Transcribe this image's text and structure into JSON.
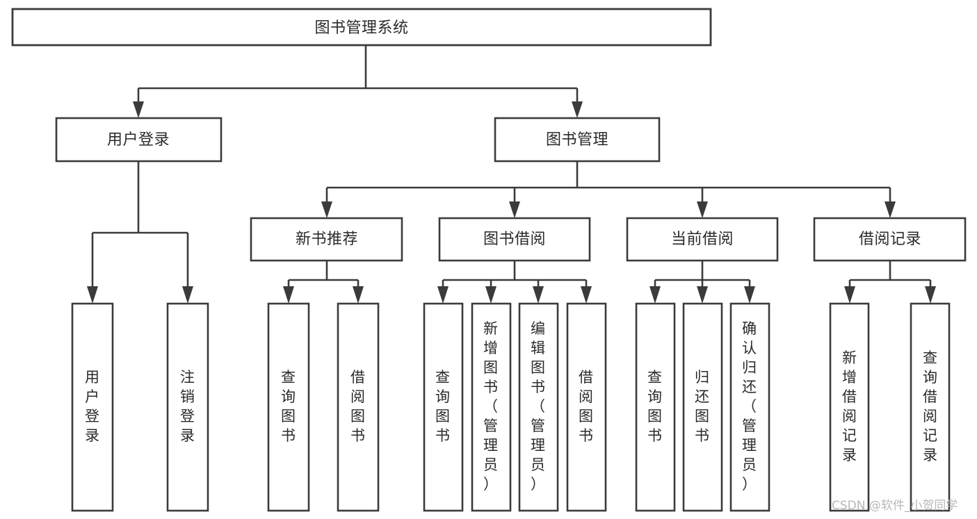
{
  "diagram": {
    "title": "图书管理系统",
    "type": "功能结构图",
    "watermark": "CSDN @软件_小贺同学",
    "colors": {
      "stroke": "#3b3b3b",
      "fill": "#ffffff",
      "text": "#2a2a2a",
      "watermark": "#b8b8b8",
      "background": "#ffffff"
    },
    "root": {
      "label": "图书管理系统"
    },
    "level2": [
      {
        "label": "用户登录"
      },
      {
        "label": "图书管理"
      }
    ],
    "level3": [
      {
        "label": "新书推荐"
      },
      {
        "label": "图书借阅"
      },
      {
        "label": "当前借阅"
      },
      {
        "label": "借阅记录"
      }
    ],
    "leaves": {
      "user_login": [
        {
          "label": "用户登录"
        },
        {
          "label": "注销登录"
        }
      ],
      "new_book_recommend": [
        {
          "label": "查询图书"
        },
        {
          "label": "借阅图书"
        }
      ],
      "book_borrow": [
        {
          "label": "查询图书"
        },
        {
          "label": "新增图书（管理员）"
        },
        {
          "label": "编辑图书（管理员）"
        },
        {
          "label": "借阅图书"
        }
      ],
      "current_borrow": [
        {
          "label": "查询图书"
        },
        {
          "label": "归还图书"
        },
        {
          "label": "确认归还（管理员）"
        }
      ],
      "borrow_record": [
        {
          "label": "新增借阅记录"
        },
        {
          "label": "查询借阅记录"
        }
      ]
    }
  }
}
